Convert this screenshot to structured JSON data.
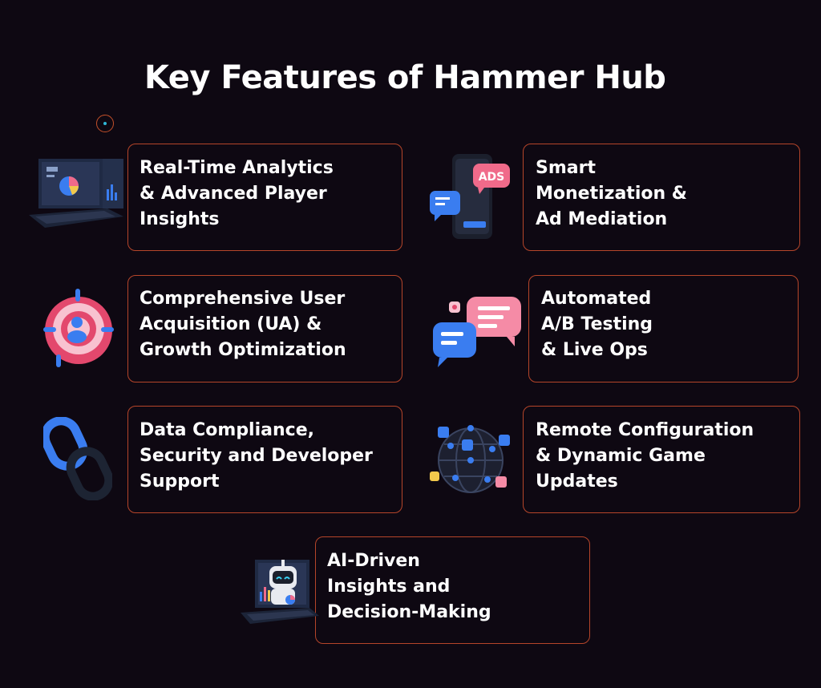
{
  "title": "Key Features of Hammer Hub",
  "features": [
    {
      "label": "Real-Time Analytics\n& Advanced Player\nInsights",
      "icon": "laptop-analytics-icon"
    },
    {
      "label": "Smart\nMonetization &\nAd Mediation",
      "icon": "phone-ads-icon"
    },
    {
      "label": "Comprehensive User\nAcquisition (UA) &\nGrowth Optimization",
      "icon": "target-user-icon"
    },
    {
      "label": "Automated\nA/B Testing\n& Live Ops",
      "icon": "chat-bubbles-icon"
    },
    {
      "label": "Data Compliance,\nSecurity and Developer\nSupport",
      "icon": "chain-link-icon"
    },
    {
      "label": "Remote Configuration\n& Dynamic Game\nUpdates",
      "icon": "globe-network-icon"
    },
    {
      "label": "AI-Driven\nInsights and\nDecision-Making",
      "icon": "robot-laptop-icon"
    }
  ],
  "ads_badge": "ADS",
  "colors": {
    "background": "#0e0812",
    "border": "#b5452a",
    "accent_blue": "#3a7df0",
    "accent_pink": "#f06a8a"
  }
}
